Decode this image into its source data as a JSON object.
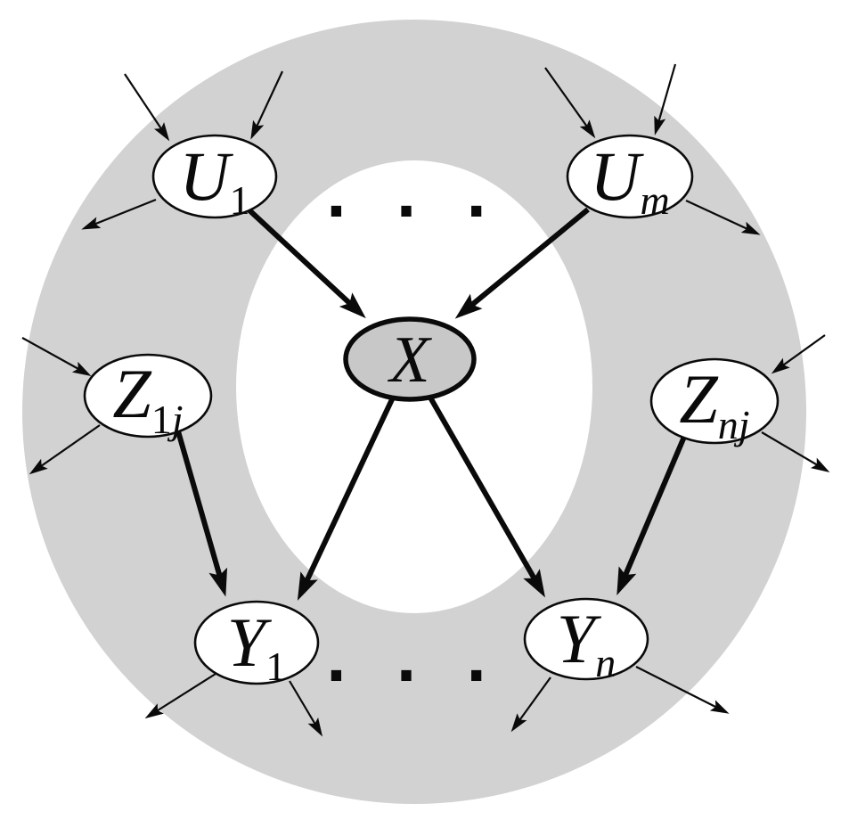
{
  "diagram": {
    "type": "bayesian-network-markov-blanket",
    "central_node": "X",
    "colors": {
      "background": "#ffffff",
      "blanket_ring": "#d2d2d2",
      "inner_region": "#ffffff",
      "node_fill": "#ffffff",
      "x_node_fill": "#c8c8c8",
      "stroke": "#000000"
    },
    "nodes": {
      "u1": {
        "id": "U1",
        "main": "U",
        "sub_roman": "1",
        "sub_italic": ""
      },
      "um": {
        "id": "Um",
        "main": "U",
        "sub_roman": "",
        "sub_italic": "m"
      },
      "x": {
        "id": "X",
        "main": "X",
        "sub_roman": "",
        "sub_italic": ""
      },
      "z1j": {
        "id": "Z1j",
        "main": "Z",
        "sub_roman": "1",
        "sub_italic": "j"
      },
      "znj": {
        "id": "Znj",
        "main": "Z",
        "sub_roman": "",
        "sub_italic": "nj"
      },
      "y1": {
        "id": "Y1",
        "main": "Y",
        "sub_roman": "1",
        "sub_italic": ""
      },
      "yn": {
        "id": "Yn",
        "main": "Y",
        "sub_roman": "",
        "sub_italic": "n"
      }
    },
    "edges": [
      {
        "from": "U1",
        "to": "X"
      },
      {
        "from": "Um",
        "to": "X"
      },
      {
        "from": "X",
        "to": "Y1"
      },
      {
        "from": "X",
        "to": "Yn"
      },
      {
        "from": "Z1j",
        "to": "Y1"
      },
      {
        "from": "Znj",
        "to": "Yn"
      }
    ],
    "external_arrows": [
      {
        "node": "U1",
        "direction": "in",
        "count": 2
      },
      {
        "node": "U1",
        "direction": "out",
        "count": 1
      },
      {
        "node": "Um",
        "direction": "in",
        "count": 2
      },
      {
        "node": "Um",
        "direction": "out",
        "count": 1
      },
      {
        "node": "Z1j",
        "direction": "in",
        "count": 1
      },
      {
        "node": "Z1j",
        "direction": "out",
        "count": 1
      },
      {
        "node": "Znj",
        "direction": "in",
        "count": 1
      },
      {
        "node": "Znj",
        "direction": "out",
        "count": 1
      },
      {
        "node": "Y1",
        "direction": "out",
        "count": 2
      },
      {
        "node": "Yn",
        "direction": "out",
        "count": 2
      }
    ],
    "ellipsis": {
      "top": ". . .",
      "bottom": ". . ."
    }
  }
}
